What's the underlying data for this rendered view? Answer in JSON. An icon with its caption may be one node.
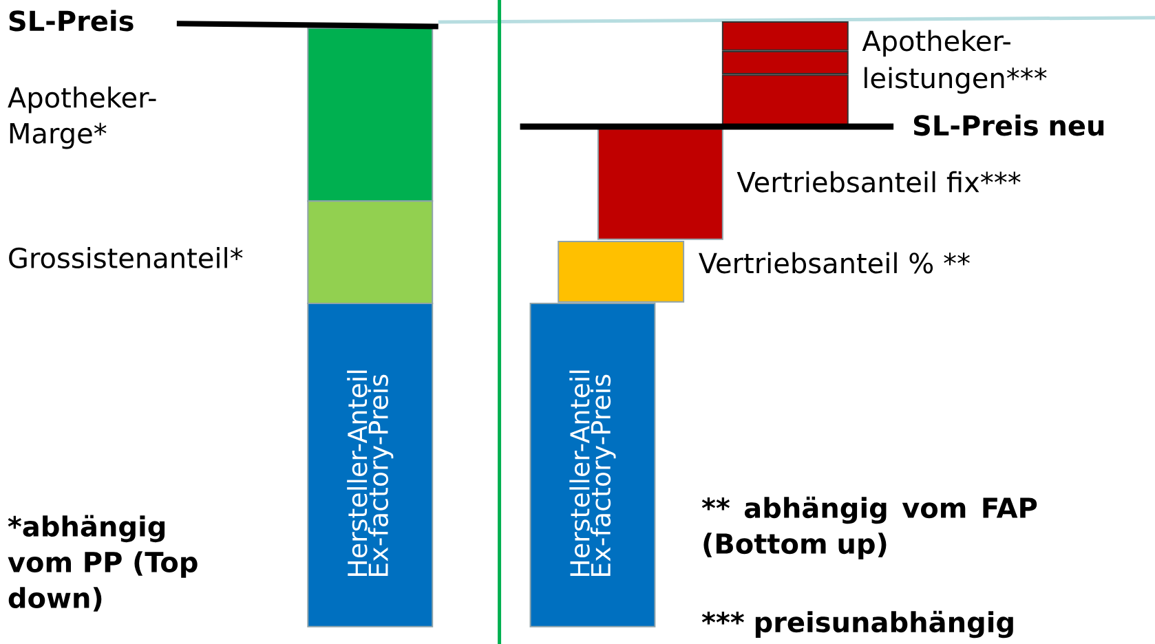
{
  "diagram": {
    "nodes": [
      {
        "text": [],
        "shape": "bar"
      },
      {
        "text": [],
        "shape": "bar"
      },
      {
        "text": [
          "Hersteller-Anteil Ex-factory-Preis"
        ]
      },
      {
        "text": [],
        "shape": "bar",
        "beside": [
          "Apotheker- leistungen***"
        ]
      },
      {
        "text": [],
        "shape": "bar"
      },
      {
        "text": [],
        "shape": "bar"
      },
      {
        "text": [],
        "shape": "bar",
        "beside": [
          "Vertriebsanteil fix***"
        ]
      },
      {
        "text": [],
        "shape": "bar",
        "beside": [
          "Vertriebsanteil % **"
        ]
      },
      {
        "text": [
          "Hersteller-Anteil Ex-factory-Preis"
        ]
      }
    ],
    "labels": [
      "SL-Preis",
      "Apotheker- Marge*",
      "Grossistenanteil*",
      "SL-Preis neu",
      "*abhängig vom PP (Top down)",
      "** abhängig vom FAP (Bottom up)",
      "*** preisunabhängig"
    ]
  }
}
